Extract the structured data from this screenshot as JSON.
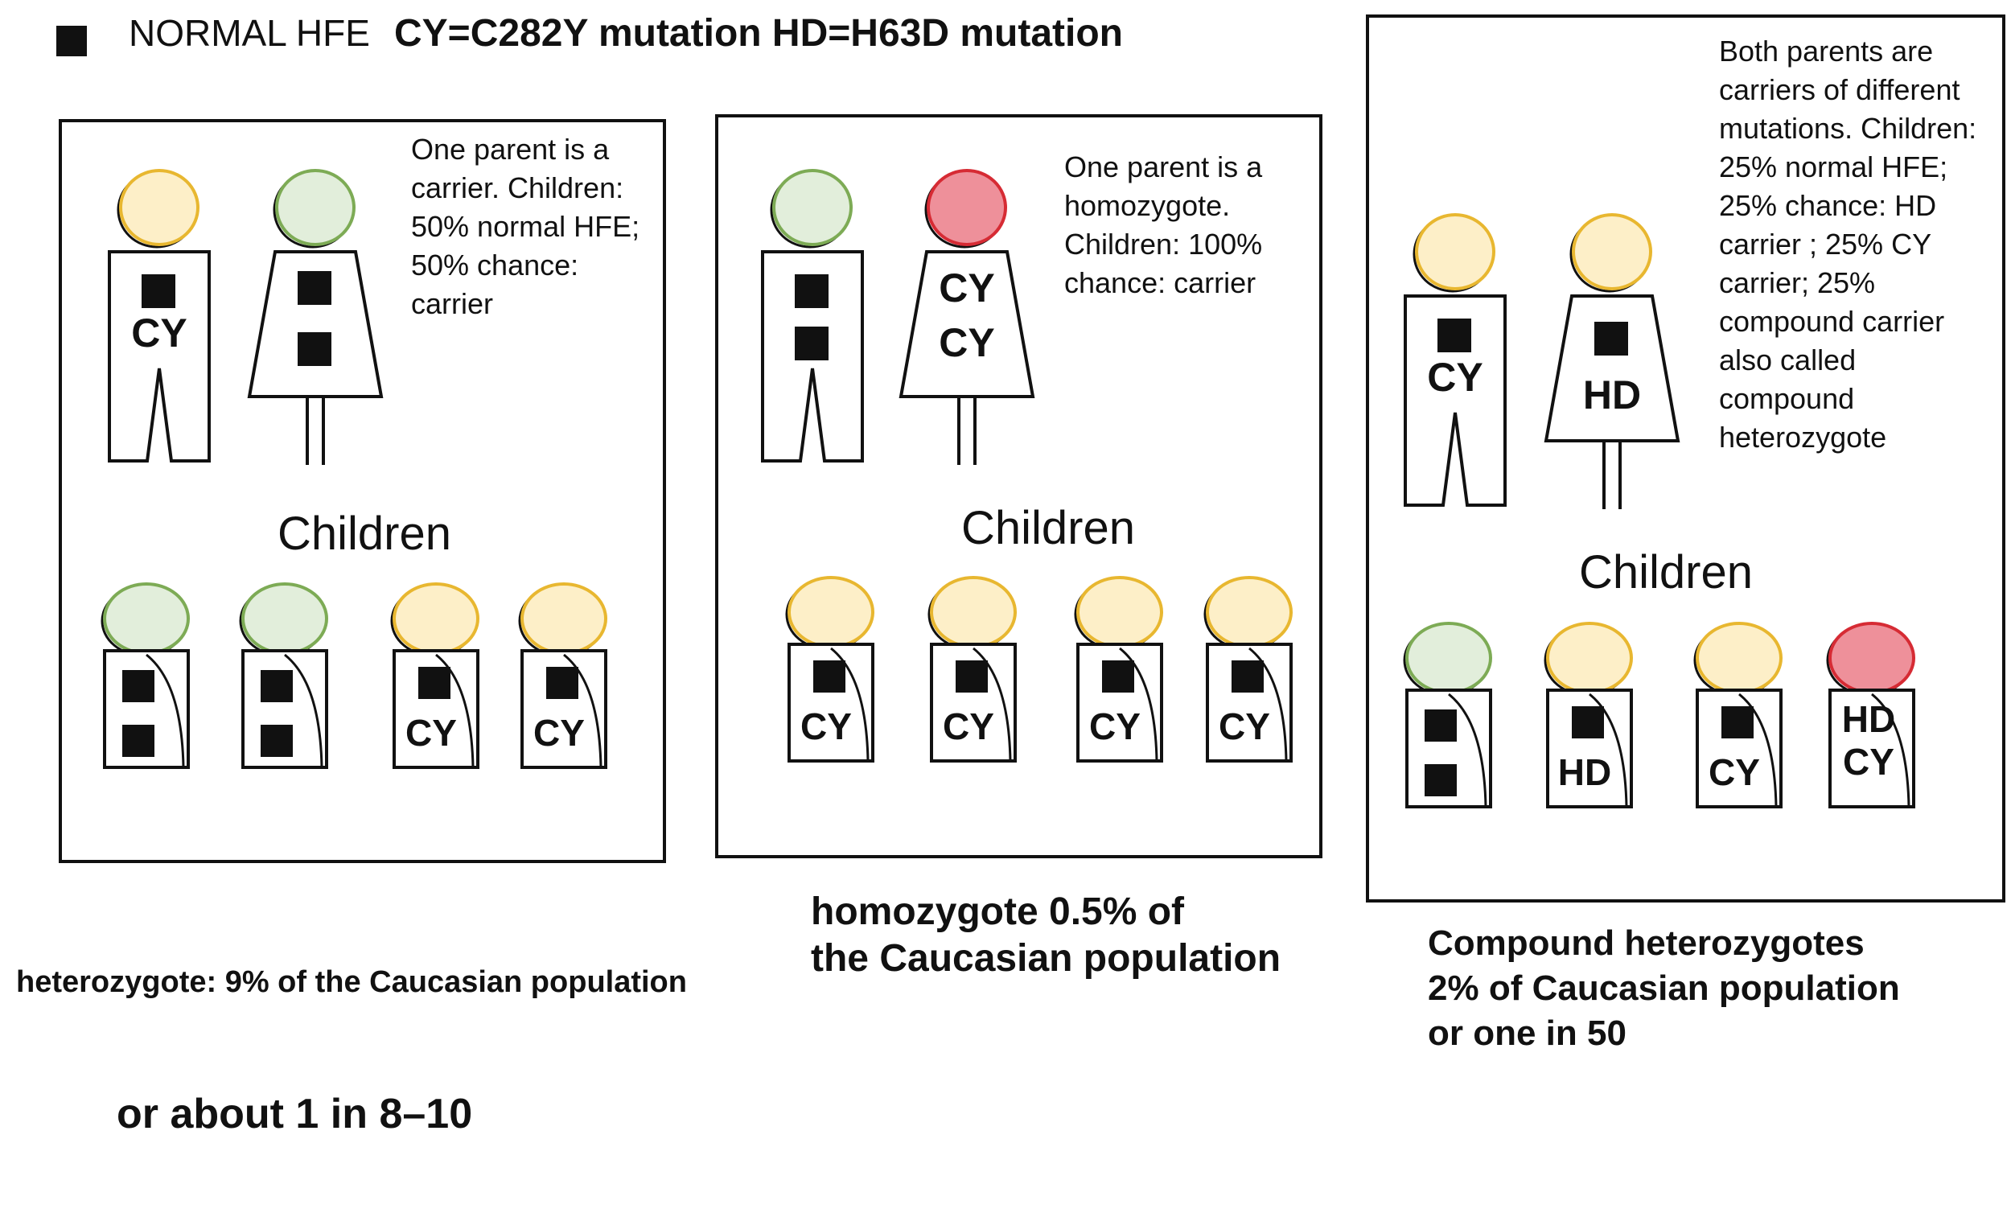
{
  "legend": {
    "normal_label": "NORMAL HFE",
    "codes_label": "CY=C282Y mutation HD=H63D mutation"
  },
  "colors": {
    "normal_green_fill": "#e2eedb",
    "normal_green_stroke": "#7dab55",
    "carrier_yellow_fill": "#fdefc8",
    "carrier_yellow_stroke": "#e8b730",
    "affected_red_fill": "#ee909a",
    "affected_red_stroke": "#d62b34",
    "ink": "#111111"
  },
  "panels": [
    {
      "note": "One parent is a carrier. Children: 50% normal HFE; 50% chance: carrier",
      "children_label": "Children",
      "caption_line1": "heterozygote: 9% of the Caucasian population",
      "caption_line2": "or about 1 in 8–10",
      "parents": [
        {
          "figure": "man",
          "head": "yellow",
          "labels": [
            "CY"
          ]
        },
        {
          "figure": "woman",
          "head": "green",
          "labels": []
        }
      ],
      "children": [
        {
          "head": "green",
          "labels": []
        },
        {
          "head": "green",
          "labels": []
        },
        {
          "head": "yellow",
          "labels": [
            "CY"
          ]
        },
        {
          "head": "yellow",
          "labels": [
            "CY"
          ]
        }
      ]
    },
    {
      "note": "One parent is a homozygote. Children: 100% chance: carrier",
      "children_label": "Children",
      "caption": "homozygote 0.5% of\nthe Caucasian population",
      "parents": [
        {
          "figure": "man",
          "head": "green",
          "labels": []
        },
        {
          "figure": "woman",
          "head": "red",
          "labels": [
            "CY",
            "CY"
          ]
        }
      ],
      "children": [
        {
          "head": "yellow",
          "labels": [
            "CY"
          ]
        },
        {
          "head": "yellow",
          "labels": [
            "CY"
          ]
        },
        {
          "head": "yellow",
          "labels": [
            "CY"
          ]
        },
        {
          "head": "yellow",
          "labels": [
            "CY"
          ]
        }
      ]
    },
    {
      "note": "Both parents are carriers of different mutations. Children: 25% normal HFE; 25% chance: HD carrier ; 25% CY carrier; 25% compound carrier also called compound heterozygote",
      "children_label": "Children",
      "caption": "Compound heterozygotes\n2% of Caucasian population\n      or one in 50",
      "parents": [
        {
          "figure": "man",
          "head": "yellow",
          "labels": [
            "CY"
          ]
        },
        {
          "figure": "woman",
          "head": "yellow",
          "labels": [
            "HD"
          ]
        }
      ],
      "children": [
        {
          "head": "green",
          "labels": []
        },
        {
          "head": "yellow",
          "labels": [
            "HD"
          ]
        },
        {
          "head": "yellow",
          "labels": [
            "CY"
          ]
        },
        {
          "head": "red",
          "labels": [
            "HD",
            "CY"
          ]
        }
      ]
    }
  ]
}
